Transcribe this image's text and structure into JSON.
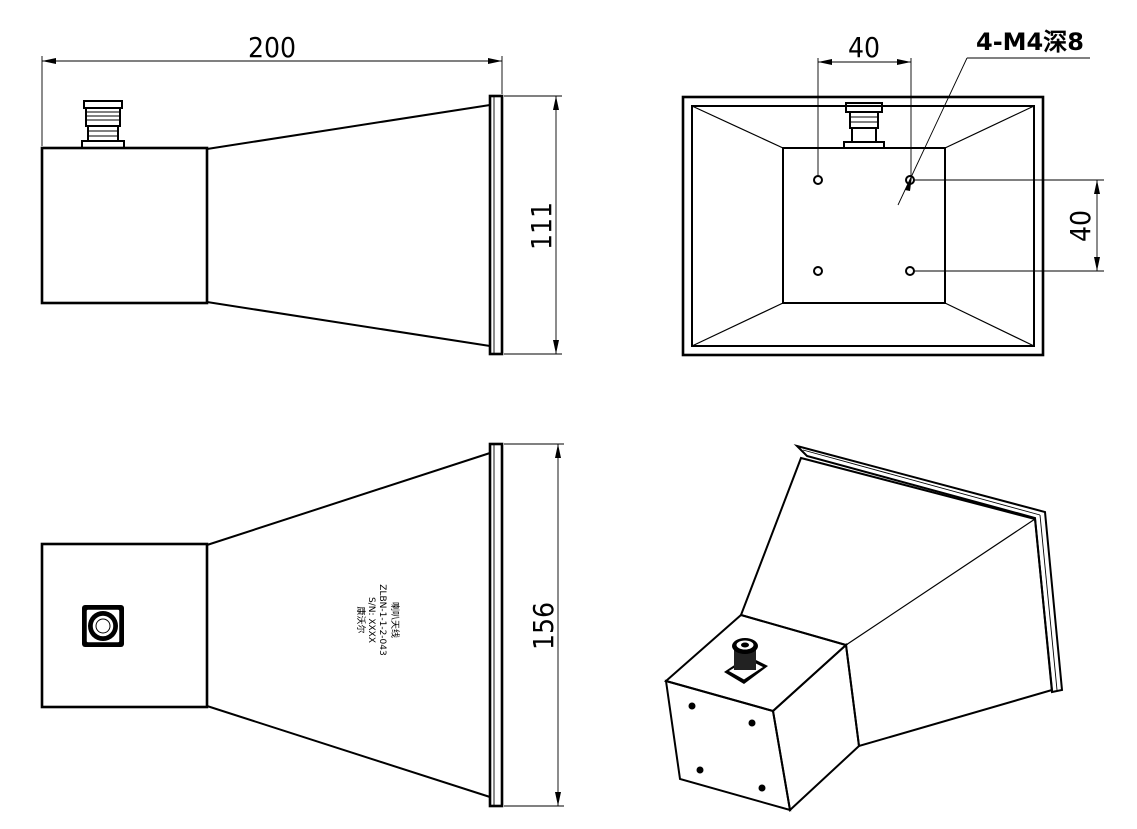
{
  "dimensions": {
    "length": "200",
    "height": "111",
    "width": "156",
    "hole_spacing_x": "40",
    "hole_spacing_y": "40"
  },
  "callout": "4-M4深8",
  "label": {
    "line1": "喇叭天线",
    "line2": "ZLBN-1-1-2-043",
    "line3": "S/N: XXXX",
    "line4": "康沃尔"
  },
  "colors": {
    "line": "#000000",
    "background": "#ffffff"
  }
}
